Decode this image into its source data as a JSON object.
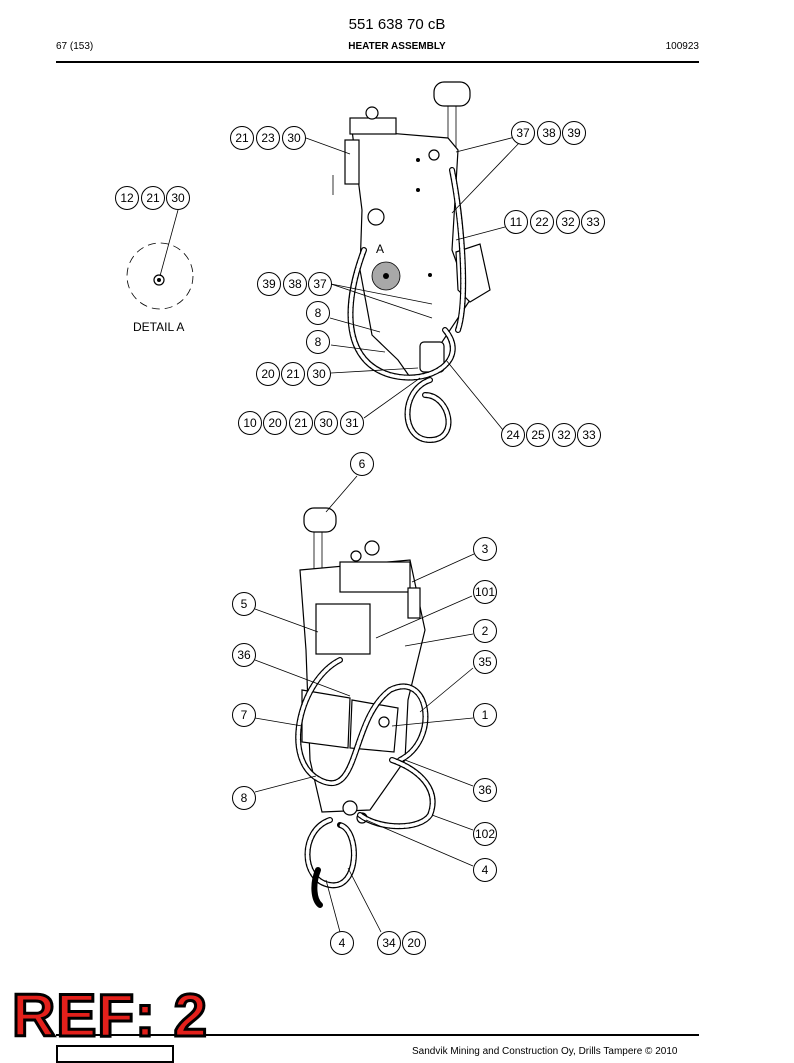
{
  "header": {
    "doc_number": "551 638 70 cB",
    "page_counter": "67 (153)",
    "title": "HEATER ASSEMBLY",
    "revision_date": "100923"
  },
  "detail": {
    "label": "DETAIL A",
    "marker": "A"
  },
  "callouts": {
    "c_21_23_30": [
      "21",
      "23",
      "30"
    ],
    "c_12_21_30": [
      "12",
      "21",
      "30"
    ],
    "c_37_38_39": [
      "37",
      "38",
      "39"
    ],
    "c_11_22_32_33": [
      "11",
      "22",
      "32",
      "33"
    ],
    "c_39_38_37": [
      "39",
      "38",
      "37"
    ],
    "c_8_a": [
      "8"
    ],
    "c_8_b": [
      "8"
    ],
    "c_20_21_30": [
      "20",
      "21",
      "30"
    ],
    "c_10_20_21_30_31": [
      "10",
      "20",
      "21",
      "30",
      "31"
    ],
    "c_24_25_32_33": [
      "24",
      "25",
      "32",
      "33"
    ],
    "c_6": [
      "6"
    ],
    "c_3": [
      "3"
    ],
    "c_101": [
      "101"
    ],
    "c_5": [
      "5"
    ],
    "c_2": [
      "2"
    ],
    "c_36_a": [
      "36"
    ],
    "c_35": [
      "35"
    ],
    "c_7": [
      "7"
    ],
    "c_1": [
      "1"
    ],
    "c_36_b": [
      "36"
    ],
    "c_8_c": [
      "8"
    ],
    "c_102": [
      "102"
    ],
    "c_4_a": [
      "4"
    ],
    "c_4_b": [
      "4"
    ],
    "c_34_20": [
      "34",
      "20"
    ]
  },
  "footer": {
    "ref_stamp": "REF: 2",
    "copyright": "Sandvik Mining and Construction Oy, Drills Tampere © 2010"
  }
}
